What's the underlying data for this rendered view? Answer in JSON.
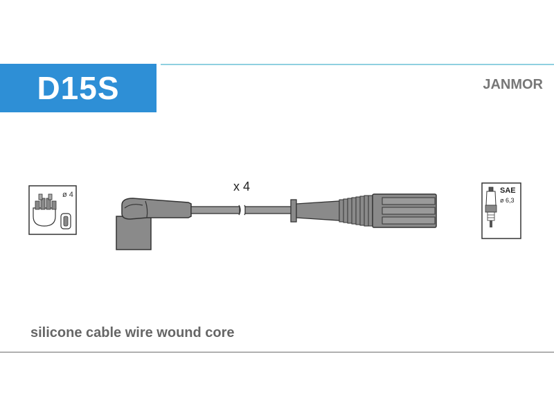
{
  "header": {
    "code": "D15S",
    "brand": "JANMOR"
  },
  "diagram": {
    "quantity_label": "x 4",
    "distributor_label": "ø 4",
    "plug_standard": "SAE",
    "plug_size": "ø 6,3"
  },
  "footer": {
    "description": "silicone cable wire wound core"
  },
  "colors": {
    "accent": "#2e8fd6",
    "rule_top": "#8fd0e0",
    "part_fill": "#8a8a8a"
  }
}
